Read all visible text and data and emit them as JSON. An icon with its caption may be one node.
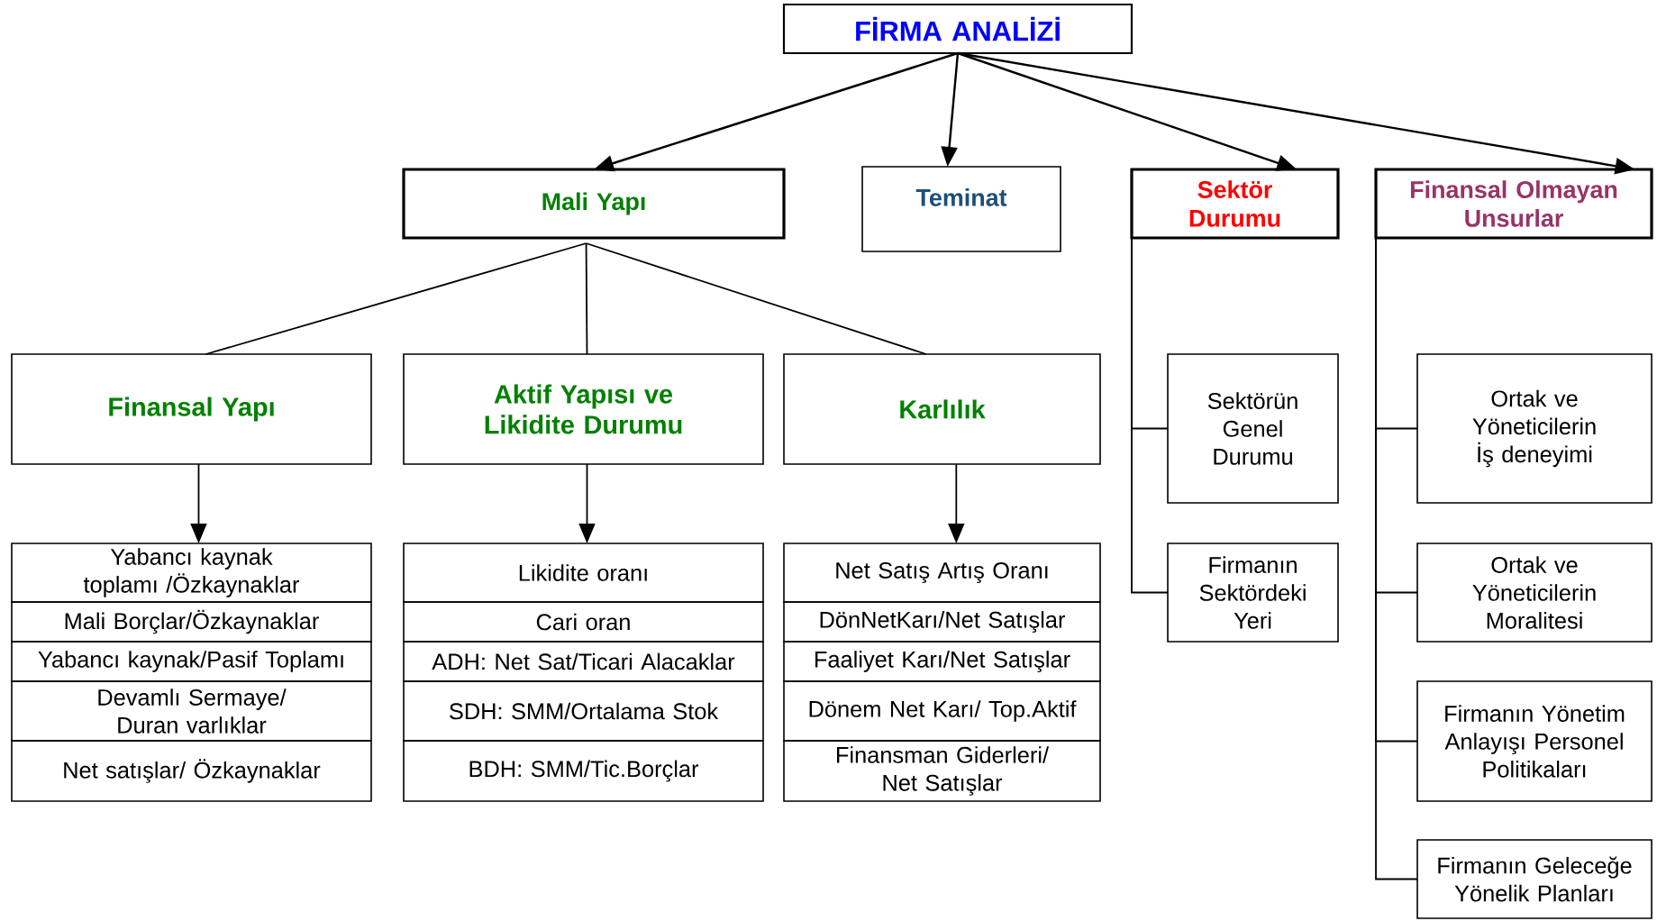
{
  "diagram": {
    "nodes": [
      {
        "text": [
          "FİRMA ANALİZİ"
        ]
      },
      {
        "text": [
          "Mali Yapı"
        ]
      },
      {
        "text": [
          "Teminat"
        ]
      },
      {
        "text": [
          "Sektör Durumu"
        ]
      },
      {
        "text": [
          "Finansal Olmayan Unsurlar"
        ]
      },
      {
        "text": [
          "Finansal Yapı"
        ]
      },
      {
        "text": [
          "Aktif Yapısı ve Likidite Durumu"
        ]
      },
      {
        "text": [
          "Karlılık"
        ]
      },
      {
        "text": [
          "Yabancı kaynak toplamı /Özkaynaklar"
        ]
      },
      {
        "text": [
          "Mali Borçlar/Özkaynaklar"
        ]
      },
      {
        "text": [
          "Yabancı kaynak/Pasif Toplamı"
        ]
      },
      {
        "text": [
          "Devamlı Sermaye/ Duran varlıklar"
        ]
      },
      {
        "text": [
          "Net satışlar/ Özkaynaklar"
        ]
      },
      {
        "text": [
          "Likidite oranı"
        ]
      },
      {
        "text": [
          "Cari oran"
        ]
      },
      {
        "text": [
          "ADH: Net Sat/Ticari Alacaklar"
        ]
      },
      {
        "text": [
          "SDH: SMM/Ortalama Stok"
        ]
      },
      {
        "text": [
          "BDH: SMM/Tic.Borçlar"
        ]
      },
      {
        "text": [
          "Net Satış Artış Oranı"
        ]
      },
      {
        "text": [
          "DönNetKarı/Net Satışlar"
        ]
      },
      {
        "text": [
          "Faaliyet Karı/Net Satışlar"
        ]
      },
      {
        "text": [
          "Dönem Net Karı/ Top.Aktif"
        ]
      },
      {
        "text": [
          "Finansman Giderleri/ Net Satışlar"
        ]
      },
      {
        "text": [
          "Sektörün Genel Durumu"
        ]
      },
      {
        "text": [
          "Firmanın Sektördeki Yeri"
        ]
      },
      {
        "text": [
          "Ortak ve Yöneticilerin İş deneyimi"
        ]
      },
      {
        "text": [
          "Ortak ve Yöneticilerin Moralitesi"
        ]
      },
      {
        "text": [
          "Firmanın Yönetim Anlayışı Personel Politikaları"
        ]
      },
      {
        "text": [
          "Firmanın Geleceğe Yönelik Planları"
        ]
      }
    ],
    "edges": [
      {
        "from": 0,
        "to": 1,
        "arrow": "to"
      },
      {
        "from": 0,
        "to": 2,
        "arrow": "to"
      },
      {
        "from": 0,
        "to": 3,
        "arrow": "to"
      },
      {
        "from": 0,
        "to": 4,
        "arrow": "to"
      },
      {
        "from": 1,
        "to": 5,
        "arrow": "none"
      },
      {
        "from": 1,
        "to": 6,
        "arrow": "none"
      },
      {
        "from": 1,
        "to": 7,
        "arrow": "none"
      },
      {
        "from": 5,
        "to": 8,
        "arrow": "to"
      },
      {
        "from": 6,
        "to": 13,
        "arrow": "to"
      },
      {
        "from": 7,
        "to": 18,
        "arrow": "to"
      },
      {
        "from": 3,
        "to": 23,
        "arrow": "none"
      },
      {
        "from": 3,
        "to": 24,
        "arrow": "none"
      },
      {
        "from": 4,
        "to": 25,
        "arrow": "none"
      },
      {
        "from": 4,
        "to": 26,
        "arrow": "none"
      },
      {
        "from": 4,
        "to": 27,
        "arrow": "none"
      },
      {
        "from": 4,
        "to": 28,
        "arrow": "none"
      }
    ]
  }
}
